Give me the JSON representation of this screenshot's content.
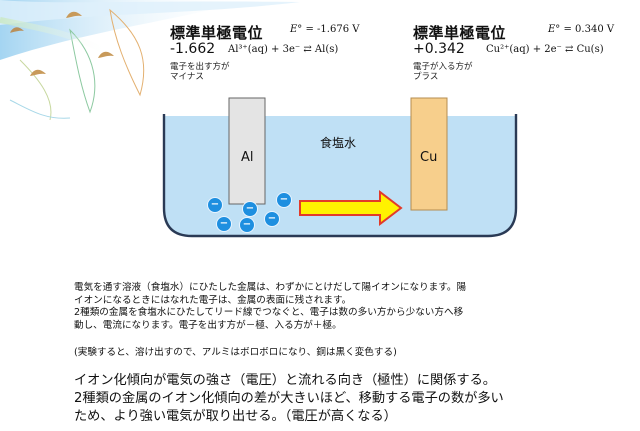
{
  "left_potential": {
    "title": "標準単極電位",
    "e_symbol": "E°",
    "e_value": "= -1.676 V",
    "value": "-1.662",
    "reaction": "Al³⁺(aq) + 3e⁻ ⇄ Al(s)",
    "note_line1": "電子を出す方が",
    "note_line2": "マイナス"
  },
  "right_potential": {
    "title": "標準単極電位",
    "e_symbol": "E°",
    "e_value": "= 0.340 V",
    "value": "+0.342",
    "reaction": "Cu²⁺(aq) + 2e⁻ ⇄ Cu(s)",
    "note_line1": "電子が入る方が",
    "note_line2": "プラス"
  },
  "diagram": {
    "solution_label": "食塩水",
    "electrode_left_label": "Al",
    "electrode_right_label": "Cu",
    "ion_symbol": "−",
    "colors": {
      "water": "#bfe0f5",
      "container": "#2a3a55",
      "al_electrode": "#e4e4e4",
      "cu_electrode": "#f7cf8c",
      "arrow_fill": "#fff200",
      "arrow_stroke": "#e23a2a",
      "ion": "#1e8fe0"
    }
  },
  "paragraph1": [
    "電気を通す溶液（食塩水）にひたした金属は、わずかにとけだして陽イオンになります。陽",
    "イオンになるときにはなれた電子は、金属の表面に残されます。",
    "2種類の金属を食塩水にひたしてリード線でつなぐと、電子は数の多い方から少ない方へ移",
    "動し、電流になります。電子を出す方が－極、入る方が＋極。"
  ],
  "paragraph2": "(実験すると、溶け出すので、アルミはボロボロになり、銅は黒く変色する)",
  "paragraph3": [
    "イオン化傾向が電気の強さ（電圧）と流れる向き（極性）に関係する。",
    "2種類の金属のイオン化傾向の差が大きいほど、移動する電子の数が多い",
    "ため、より強い電気が取り出せる。（電圧が高くなる）"
  ]
}
